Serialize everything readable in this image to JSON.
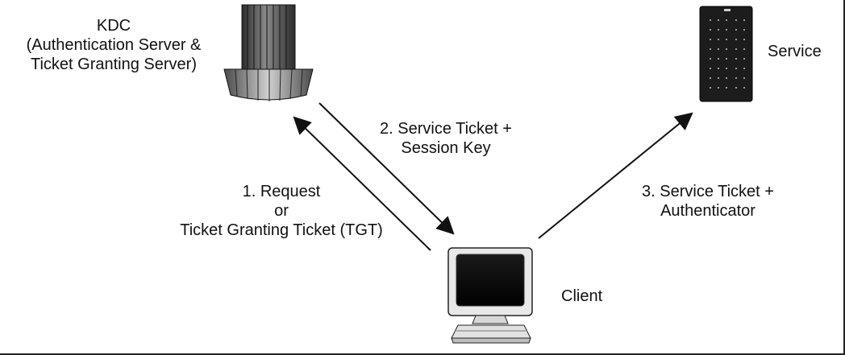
{
  "kdc": {
    "lines": [
      "KDC",
      "(Authentication Server &",
      "Ticket Granting Server)"
    ]
  },
  "service": {
    "label": "Service"
  },
  "client": {
    "label": "Client"
  },
  "arrows": {
    "request": [
      "1. Request",
      "or",
      "Ticket Granting Ticket (TGT)"
    ],
    "service_ticket": [
      "2. Service Ticket +",
      "Session Key"
    ],
    "authenticator": [
      "3. Service Ticket +",
      "Authenticator"
    ]
  }
}
